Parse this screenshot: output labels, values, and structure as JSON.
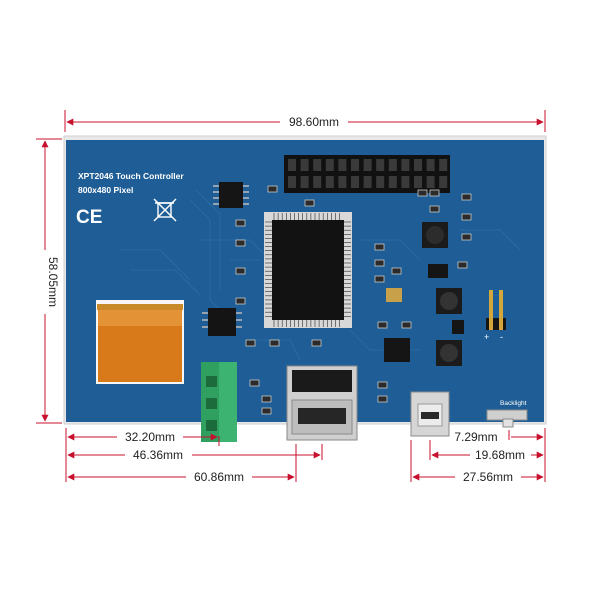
{
  "board": {
    "title": "XPT2046 Touch Controller",
    "resolution": "800x480 Pixel",
    "ce_mark": "CE",
    "backlight_label": "Backlight",
    "pin_plus": "+",
    "pin_minus": "-"
  },
  "dimensions": {
    "width": "98.60mm",
    "height": "58.05mm",
    "audio_offset": "32.20mm",
    "hdmi_offset": "46.36mm",
    "hdmi_right": "60.86mm",
    "backlight_offset": "7.29mm",
    "usb_offset": "19.68mm",
    "usb_right": "27.56mm"
  },
  "colors": {
    "pcb": "#1f5f96",
    "dimension_line": "#c8102e",
    "panel_edge": "#e6e6e6"
  }
}
